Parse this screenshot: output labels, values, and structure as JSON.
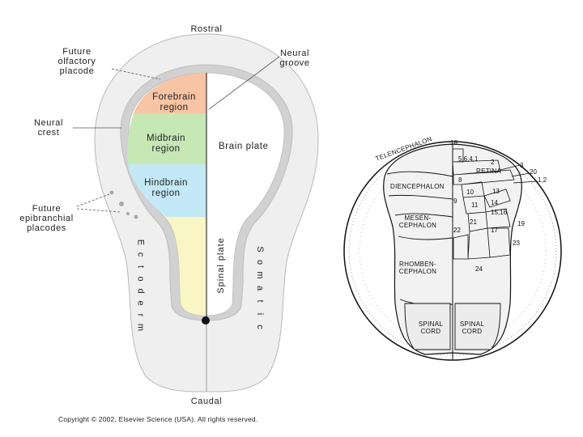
{
  "left_diagram": {
    "rostral": "Rostral",
    "caudal": "Caudal",
    "olfactory": [
      "Future",
      "olfactory",
      "placode"
    ],
    "neural_groove": [
      "Neural",
      "groove"
    ],
    "neural_crest": [
      "Neural",
      "crest"
    ],
    "epibranchial": [
      "Future",
      "epibranchial",
      "placodes"
    ],
    "forebrain": [
      "Forebrain",
      "region"
    ],
    "midbrain": [
      "Midbrain",
      "region"
    ],
    "hindbrain": [
      "Hindbrain",
      "region"
    ],
    "brain_plate": "Brain plate",
    "spinal_plate": "Spinal plate",
    "ectoderm_letters": [
      "E",
      "c",
      "t",
      "o",
      "d",
      "e",
      "r",
      "m"
    ],
    "somatic_letters": [
      "S",
      "o",
      "m",
      "a",
      "t",
      "i",
      "c"
    ],
    "copyright": "Copyright © 2002, Elsevier Science (USA). All rights reserved.",
    "colors": {
      "forebrain": "#f7c4a4",
      "midbrain": "#c6e8b5",
      "hindbrain": "#c4e9f6",
      "spinal": "#f9f5c4",
      "ectoderm": "#efefef",
      "neural_fold": "#d1d1d1"
    }
  },
  "right_diagram": {
    "labels": {
      "telencephalon": "TELENCEPHALON",
      "retina": "RETINA",
      "diencephalon": "DIENCEPHALON",
      "mesencephalon": [
        "MESEN-",
        "CEPHALON"
      ],
      "rhombencephalon": [
        "RHOMBEN-",
        "CEPHALON"
      ],
      "spinal_left": [
        "SPINAL",
        "CORD"
      ],
      "spinal_right": [
        "SPINAL",
        "CORD"
      ]
    },
    "numbers": {
      "n18": "18",
      "n5641": "5,6,4,1",
      "n2": "2",
      "n3": "3",
      "n20": "20",
      "n12": "1,2",
      "n8": "8",
      "n10": "10",
      "n13": "13",
      "n9": "9",
      "n11": "11",
      "n14": "14",
      "n1516": "15,16",
      "n21": "21",
      "n19": "19",
      "n22": "22",
      "n17": "17",
      "n23": "23",
      "n24": "24"
    }
  }
}
